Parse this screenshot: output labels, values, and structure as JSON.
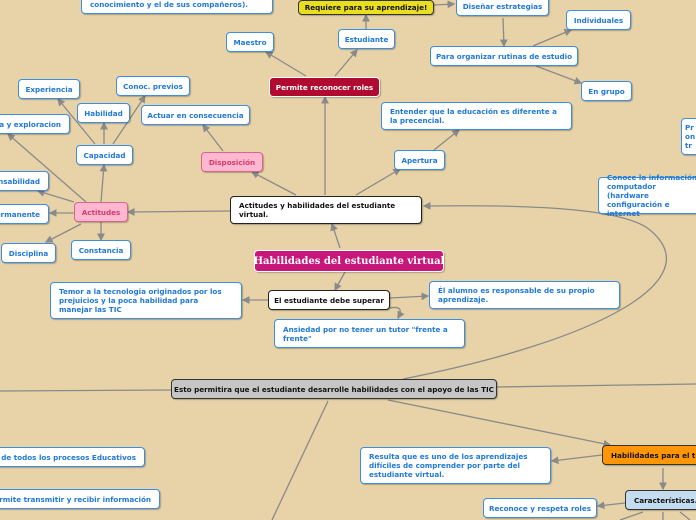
{
  "map": {
    "central": "Habilidades del estudiante virtual",
    "actitudes_habilidades": "Actitudes y habilidades del estudiante virtual.",
    "permite_reconocer_roles": "Permite reconocer roles",
    "maestro": "Maestro",
    "estudiante": "Estudiante",
    "requiere": "Requiere para su aprendizaje!",
    "conocimiento": "conocimiento y el de sus compañeros).",
    "disenar": "Diseñar estrategias",
    "organizar": "Para organizar rutinas de estudio",
    "individuales": "Individuales",
    "en_grupo": "En grupo",
    "entender": "Entender que la educación es diferente a la precencial.",
    "apertura": "Apertura",
    "disposicion": "Disposición",
    "actuar": "Actuar en consecuencia",
    "actitudes": "Actitudes",
    "capacidad": "Capacidad",
    "experiencia": "Experiencia",
    "habilidad": "Habilidad",
    "conoc_previos": "Conoc. previos",
    "exploracion": "da y exploracion",
    "responsabilidad": "nsabilidad",
    "permanente": "ermanente",
    "disciplina": "Disciplina",
    "constancia": "Constancia",
    "debe_superar": "El estudiante debe superar",
    "temor": "Temor a la tecnologia originados por los prejuicios y la poca habilidad para manejar las TIC",
    "ansiedad": "Ansiedad por no tener un tutor \"frente a frente\"",
    "alumno": "Él alumno es responsable de su propio aprendizaje.",
    "conoce_info": "Conoce la información computador (hardware configuración e internet",
    "pr": "Pr on tr",
    "esto_permitira": "Esto permitira que el estudiante desarrolle habilidades con el apoyo de las TIC",
    "procesos": "e de todos los procesos Educativos",
    "transmitir": "ermite transmitir y recibir información",
    "resulta": "Resulta que es uno de los aprendizajes difíciles de comprender por parte del estudiante virtual.",
    "habilidades_trabajo": "Habilidades para el tra",
    "caracteristicas": "Características.",
    "reconoce_roles": "Reconoce y respeta roles"
  },
  "colors": {
    "background": "#e8d3a8",
    "central": "#c8177a",
    "roles": "#b00a30",
    "requiere": "#e9df1e",
    "pink": "#ffb8cf",
    "gray": "#c6c6c6",
    "orange": "#ff9606",
    "light_blue": "#c4dcef",
    "node_text": "#1f78d8"
  }
}
